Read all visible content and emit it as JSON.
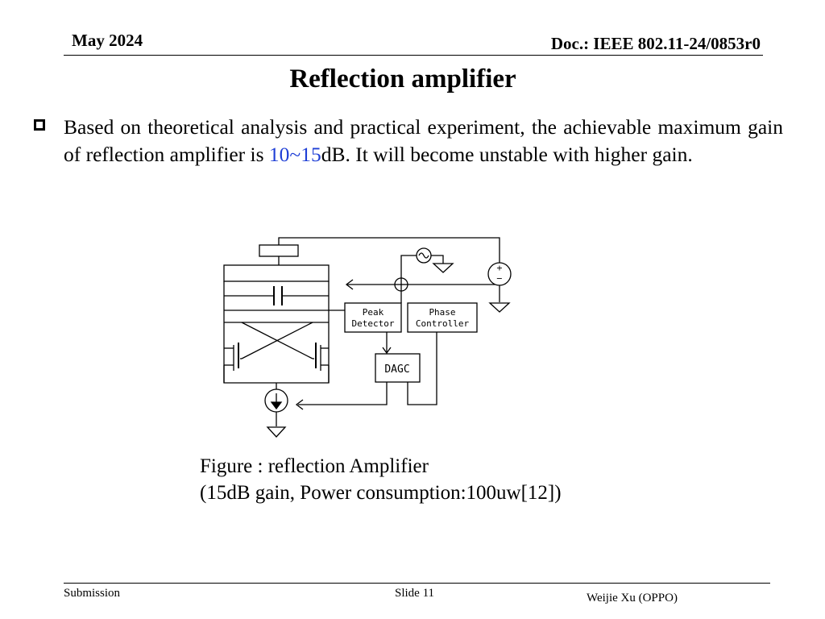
{
  "header": {
    "date": "May 2024",
    "doc_id": "Doc.: IEEE 802.11-24/0853r0"
  },
  "slide": {
    "title": "Reflection amplifier",
    "bullet": {
      "before": "Based on theoretical analysis and practical experiment, the achievable maximum gain of reflection amplifier is ",
      "highlight": "10~15",
      "after": "dB. It will become unstable with higher gain."
    }
  },
  "diagram": {
    "peak_detector_line1": "Peak",
    "peak_detector_line2": "Detector",
    "phase_controller_line1": "Phase",
    "phase_controller_line2": "Controller",
    "dagc": "DAGC",
    "plus": "+",
    "minus": "−"
  },
  "caption": {
    "line1": "Figure : reflection Amplifier",
    "line2": "(15dB gain, Power consumption:100uw[12])"
  },
  "footer": {
    "left": "Submission",
    "center": "Slide 11",
    "right": "Weijie Xu (OPPO)"
  },
  "colors": {
    "highlight": "#1f3fd6"
  }
}
